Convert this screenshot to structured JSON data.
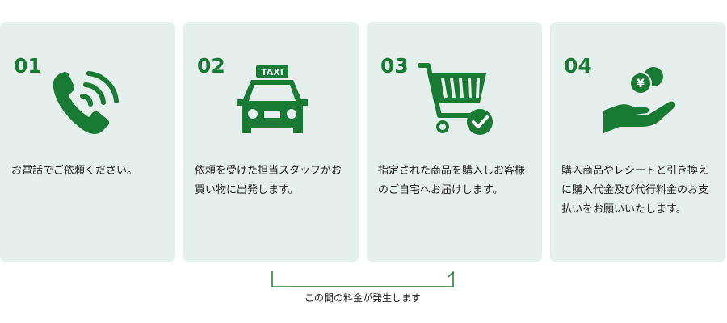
{
  "colors": {
    "accent": "#197a34",
    "card_bg": "#e5efec",
    "text": "#222222"
  },
  "steps": [
    {
      "number": "01",
      "icon": "phone-icon",
      "text": "お電話でご依頼ください。"
    },
    {
      "number": "02",
      "icon": "taxi-icon",
      "taxi_sign": "TAXI",
      "text": "依頼を受けた担当スタッフがお買い物に出発します。"
    },
    {
      "number": "03",
      "icon": "shopping-cart-check-icon",
      "text": "指定された商品を購入しお客様のご自宅へお届けします。"
    },
    {
      "number": "04",
      "icon": "hand-yen-coin-icon",
      "coin_symbol": "¥",
      "text": "購入商品やレシートと引き換えに購入代金及び代行料金のお支払いをお願いいたします。"
    }
  ],
  "fee_note": "この間の料金が発生します"
}
